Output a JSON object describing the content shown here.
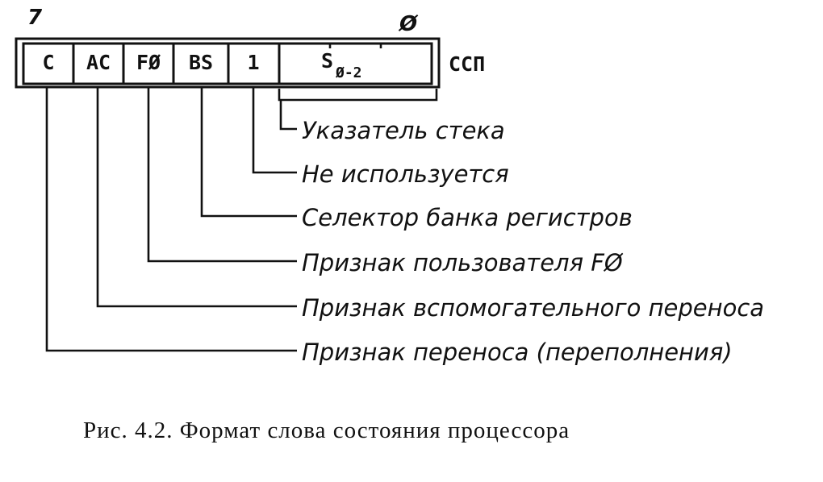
{
  "register": {
    "bit_high": "7",
    "bit_low": "Ø",
    "name": "ССП",
    "fields": [
      {
        "label": "C"
      },
      {
        "label": "AC"
      },
      {
        "label": "FØ"
      },
      {
        "label": "BS"
      },
      {
        "label": "1"
      },
      {
        "label": "S",
        "sub": "Ø-2"
      }
    ]
  },
  "descriptions": [
    "Указатель стека",
    "Не используется",
    "Селектор банка регистров",
    "Признак пользователя FØ",
    "Признак вспомогательного переноса",
    "Признак переноса (переполнения)"
  ],
  "caption": "Рис. 4.2. Формат слова состояния процессора"
}
